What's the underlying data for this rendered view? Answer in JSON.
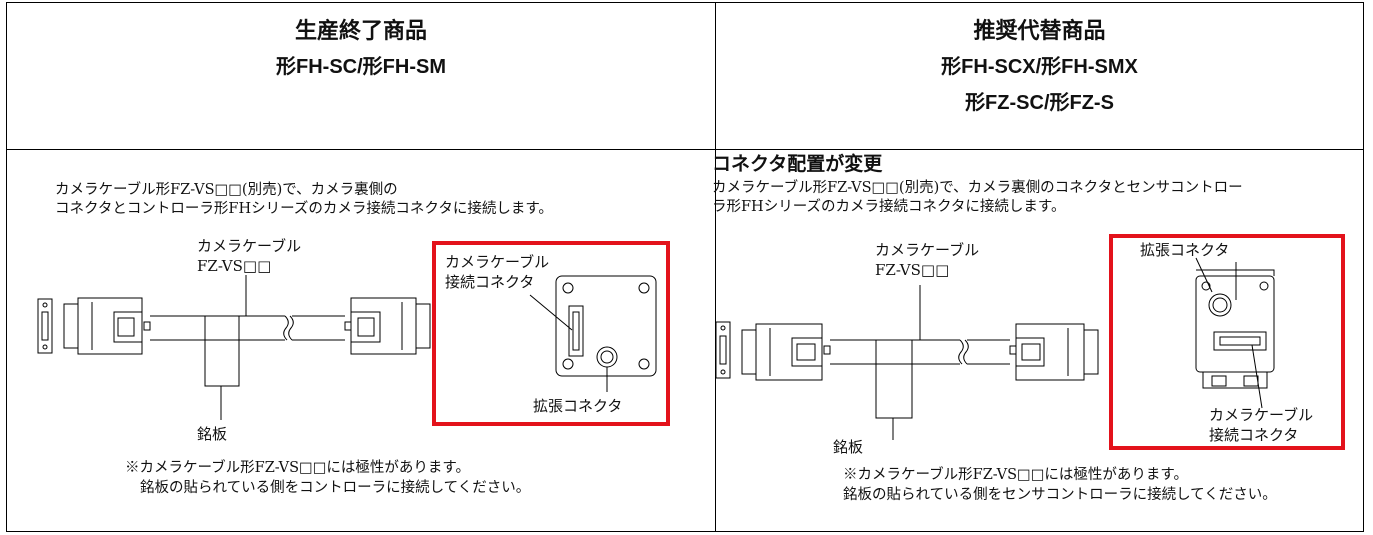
{
  "left": {
    "header_line1": "生産終了商品",
    "header_line2": "形FH-SC/形FH-SM",
    "desc_line1": "カメラケーブル形FZ-VS□□(別売)で、カメラ裏側の",
    "desc_line2": "コネクタとコントローラ形FHシリーズのカメラ接続コネクタに接続します。",
    "cable_label_line1": "カメラケーブル",
    "cable_label_line2": "FZ-VS□□",
    "camera_connector_label_line1": "カメラケーブル",
    "camera_connector_label_line2": "接続コネクタ",
    "expansion_connector_label": "拡張コネクタ",
    "nameplate_label": "銘板",
    "note_line1": "※カメラケーブル形FZ-VS□□には極性があります。",
    "note_line2": "銘板の貼られている側をコントローラに接続してください。"
  },
  "right": {
    "header_line1": "推奨代替商品",
    "header_line2": "形FH-SCX/形FH-SMX",
    "header_line3": "形FZ-SC/形FZ-S",
    "section_title": "コネクタ配置が変更",
    "desc_line1": "カメラケーブル形FZ-VS□□(別売)で、カメラ裏側のコネクタとセンサコントロー",
    "desc_line2": "ラ形FHシリーズのカメラ接続コネクタに接続します。",
    "cable_label_line1": "カメラケーブル",
    "cable_label_line2": "FZ-VS□□",
    "expansion_connector_label": "拡張コネクタ",
    "camera_connector_label_line1": "カメラケーブル",
    "camera_connector_label_line2": "接続コネクタ",
    "nameplate_label": "銘板",
    "note_line1": "※カメラケーブル形FZ-VS□□には極性があります。",
    "note_line2": "銘板の貼られている側をセンサコントローラに接続してください。"
  },
  "colors": {
    "highlight": "#e3121b",
    "line": "#000000"
  }
}
